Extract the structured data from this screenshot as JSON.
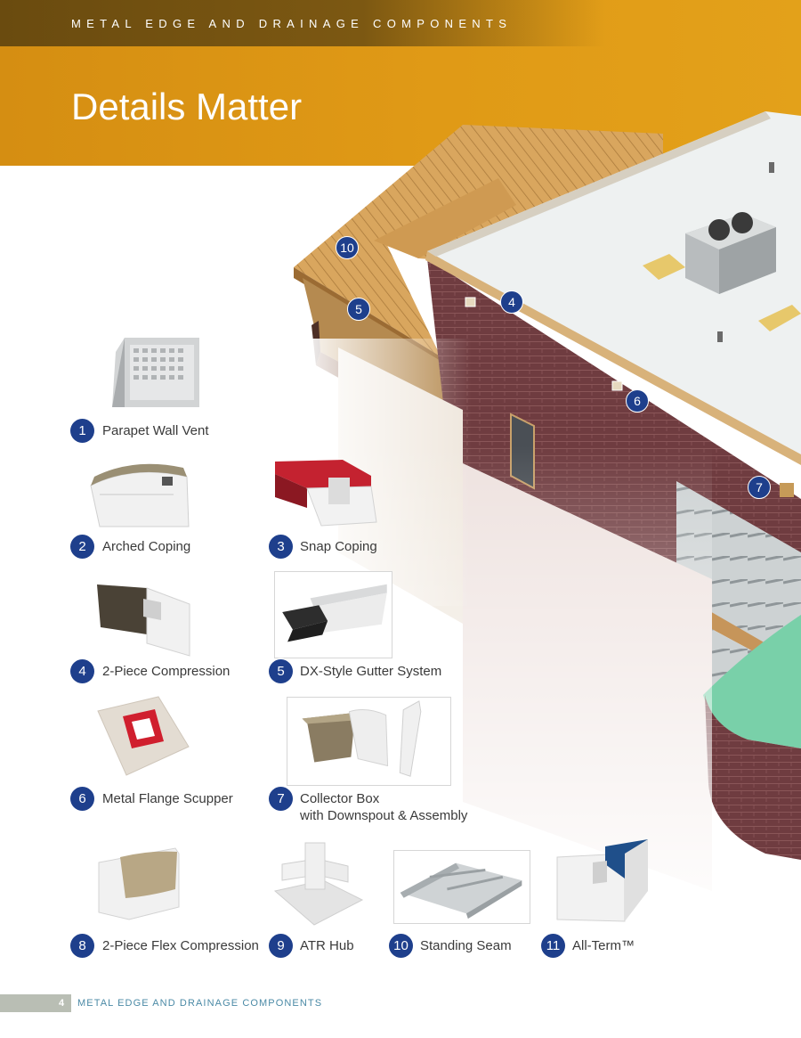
{
  "header": {
    "section_title": "METAL EDGE AND DRAINAGE COMPONENTS",
    "page_title": "Details Matter"
  },
  "products": [
    {
      "number": "1",
      "label": "Parapet Wall Vent"
    },
    {
      "number": "2",
      "label": "Arched Coping"
    },
    {
      "number": "3",
      "label": "Snap Coping"
    },
    {
      "number": "4",
      "label": "2-Piece Compression"
    },
    {
      "number": "5",
      "label": "DX-Style Gutter System"
    },
    {
      "number": "6",
      "label": "Metal Flange Scupper"
    },
    {
      "number": "7",
      "label": "Collector Box",
      "label_line2": "with Downspout & Assembly"
    },
    {
      "number": "8",
      "label": "2-Piece Flex Compression"
    },
    {
      "number": "9",
      "label": "ATR Hub"
    },
    {
      "number": "10",
      "label": "Standing Seam"
    },
    {
      "number": "11",
      "label": "All-Term™"
    }
  ],
  "callouts": [
    "10",
    "5",
    "4",
    "6",
    "7"
  ],
  "footer": {
    "page_number": "4",
    "section_title": "METAL EDGE AND DRAINAGE COMPONENTS"
  },
  "colors": {
    "header_gold": "#e09a16",
    "header_strip": "#6a4b0f",
    "badge_blue": "#1e3f8c",
    "footer_text": "#4b8aa6",
    "roof_wood": "#d7a35c",
    "brick": "#6e3b3f",
    "membrane": "#eef0f0",
    "teal_roof": "#79d0a9"
  }
}
